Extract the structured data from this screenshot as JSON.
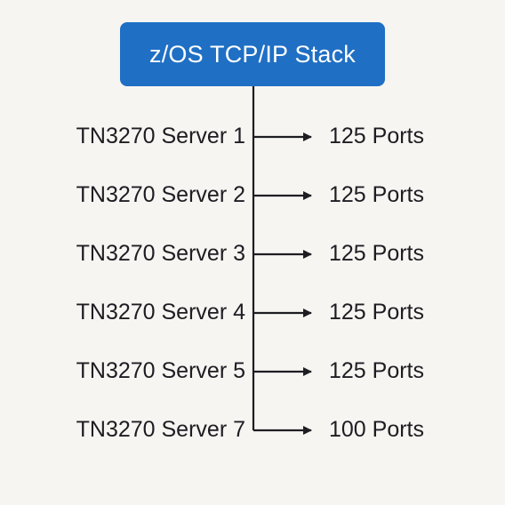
{
  "stack": {
    "title": "z/OS TCP/IP Stack",
    "color": "#1f6fc4"
  },
  "servers": [
    {
      "name": "TN3270 Server 1",
      "ports": "125 Ports"
    },
    {
      "name": "TN3270 Server 2",
      "ports": "125 Ports"
    },
    {
      "name": "TN3270 Server 3",
      "ports": "125 Ports"
    },
    {
      "name": "TN3270 Server 4",
      "ports": "125 Ports"
    },
    {
      "name": "TN3270 Server 5",
      "ports": "125 Ports"
    },
    {
      "name": "TN3270 Server 7",
      "ports": "100 Ports"
    }
  ]
}
